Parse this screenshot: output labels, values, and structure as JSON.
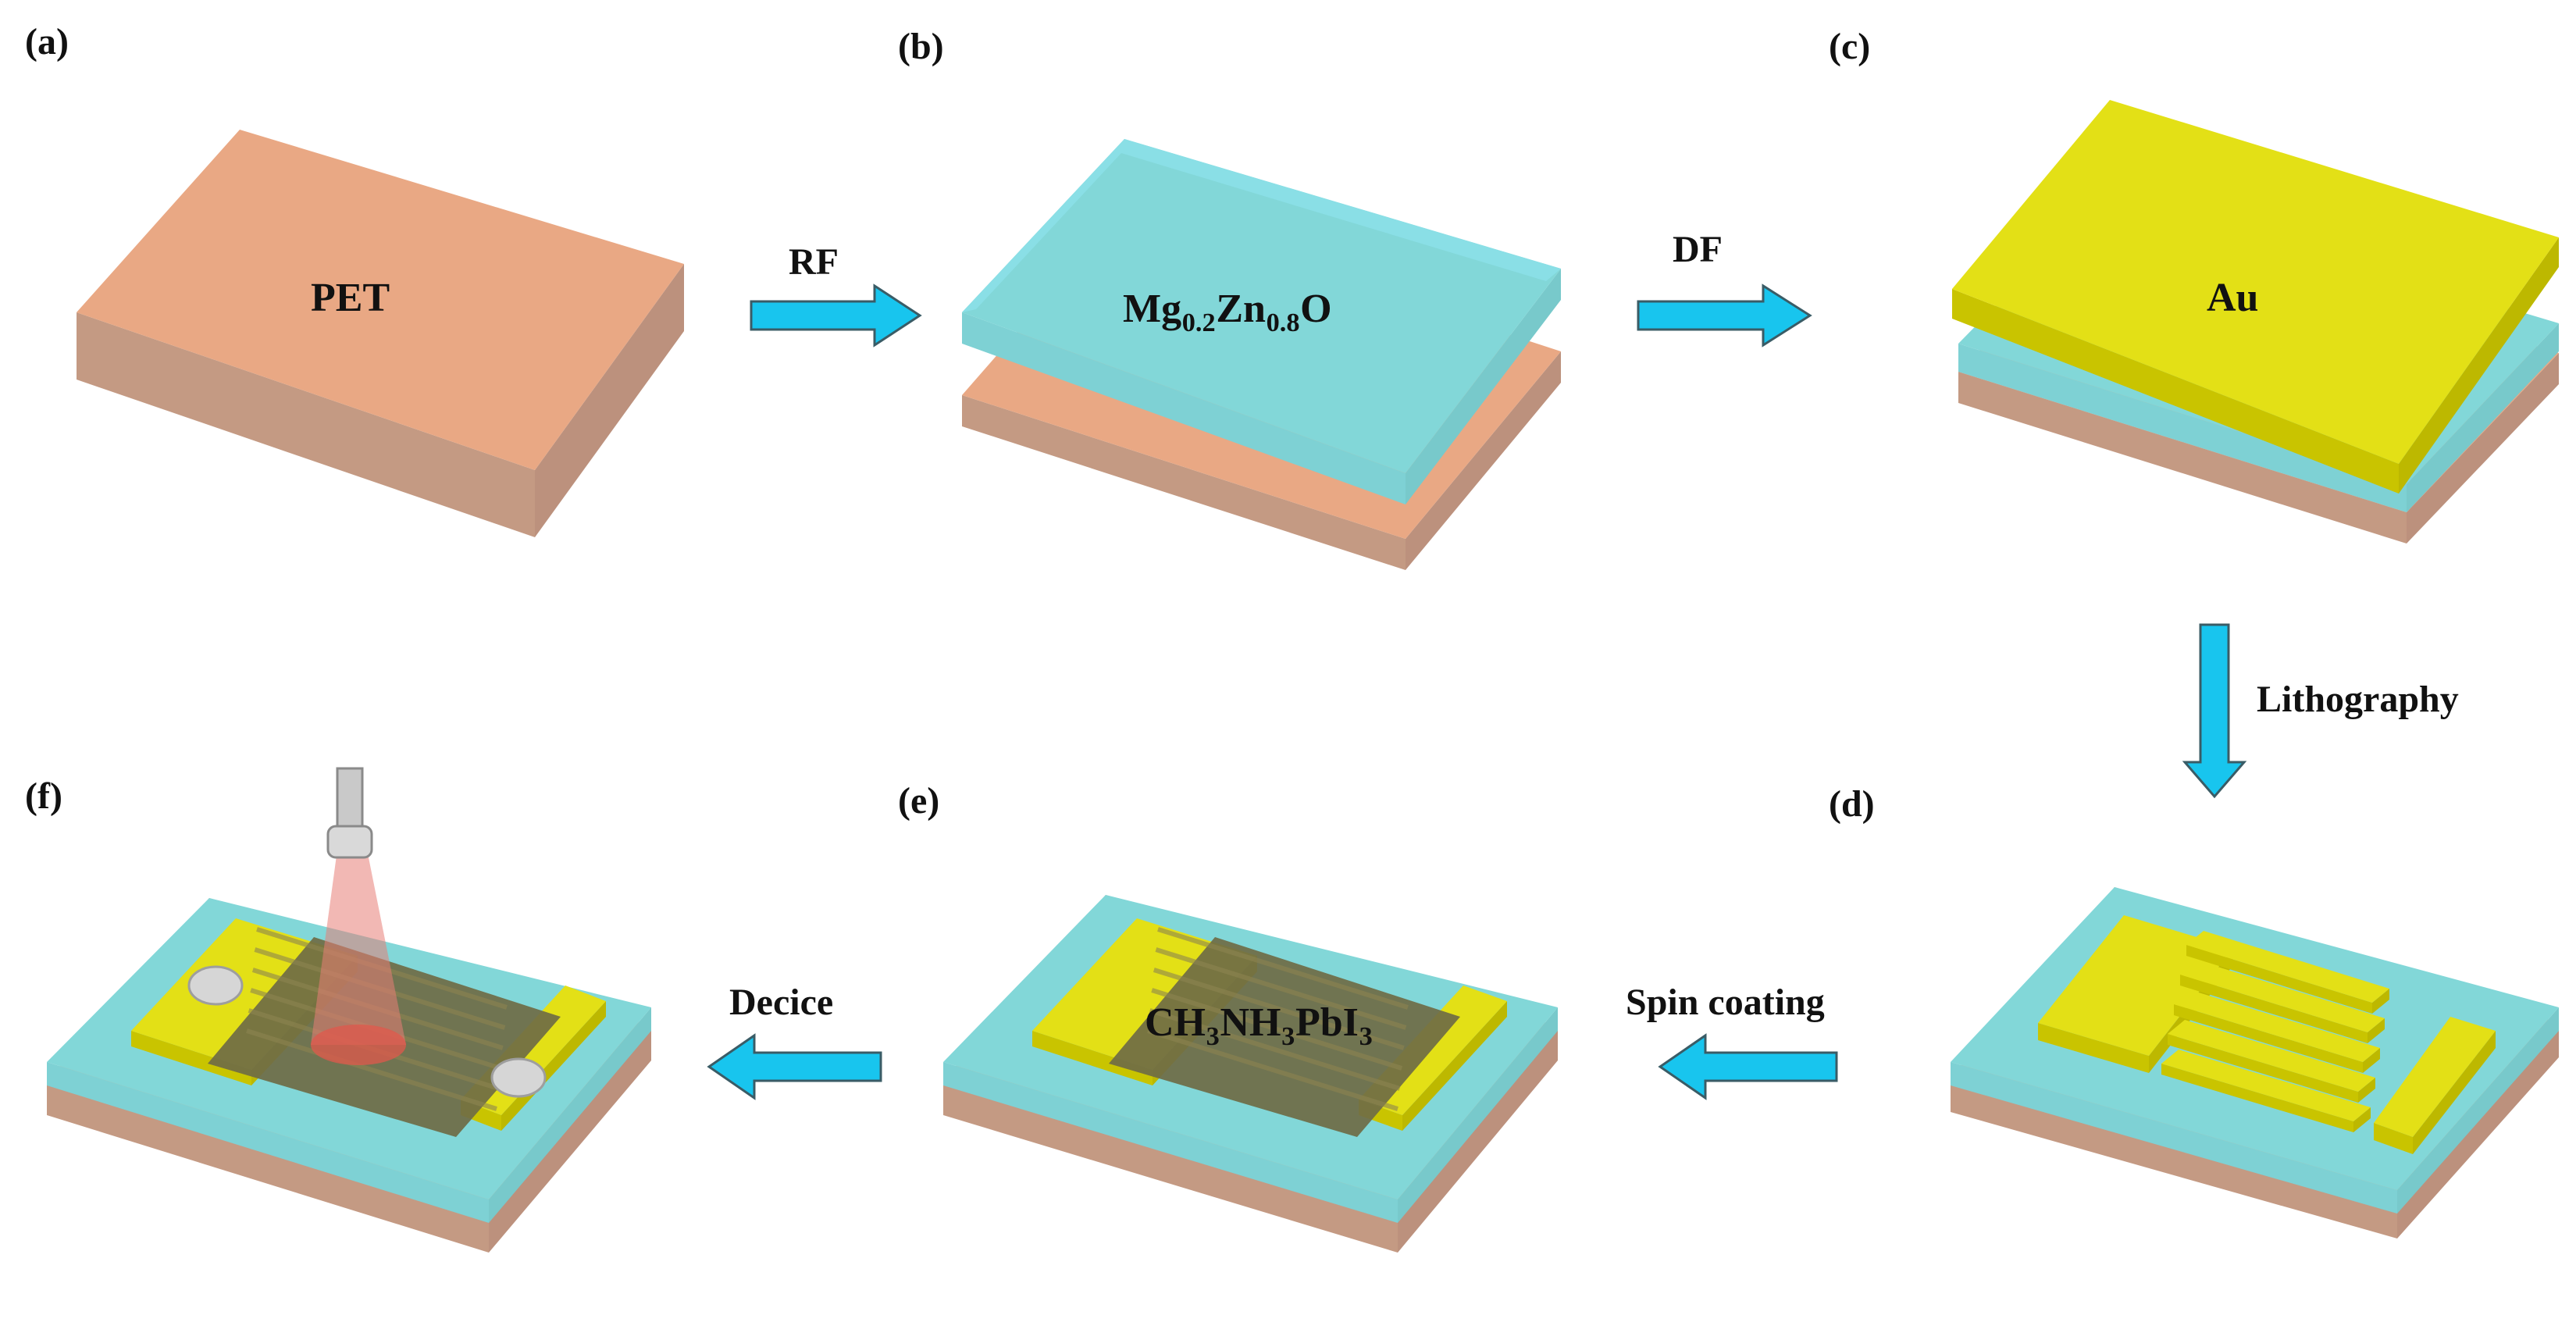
{
  "panels": {
    "a": {
      "letter": "(a)",
      "material": "PET"
    },
    "b": {
      "letter": "(b)",
      "material_parts": [
        "Mg",
        "0.2",
        "Zn",
        "0.8",
        "O"
      ]
    },
    "c": {
      "letter": "(c)",
      "material": "Au"
    },
    "d": {
      "letter": "(d)"
    },
    "e": {
      "letter": "(e)",
      "material_parts": [
        "CH",
        "3",
        "NH",
        "3",
        "PbI",
        "3"
      ]
    },
    "f": {
      "letter": "(f)"
    }
  },
  "steps": {
    "a_to_b": "RF",
    "b_to_c": "DF",
    "c_to_d": "Lithography",
    "d_to_e": "Spin coating",
    "e_to_f": "Decice"
  },
  "colors": {
    "pet_top": "#E9A884",
    "pet_front": "#C49A83",
    "mgzno_top": "#82D7D8",
    "mgzno_edge": "#8ADFE6",
    "au_top": "#E3E016",
    "au_side": "#C9C400",
    "perovskite": "#6F6B45",
    "arrow_fill": "#18C5EE",
    "arrow_stroke": "#3A5C66",
    "beam": "#E87E76",
    "contact": "#D6D6D6"
  }
}
